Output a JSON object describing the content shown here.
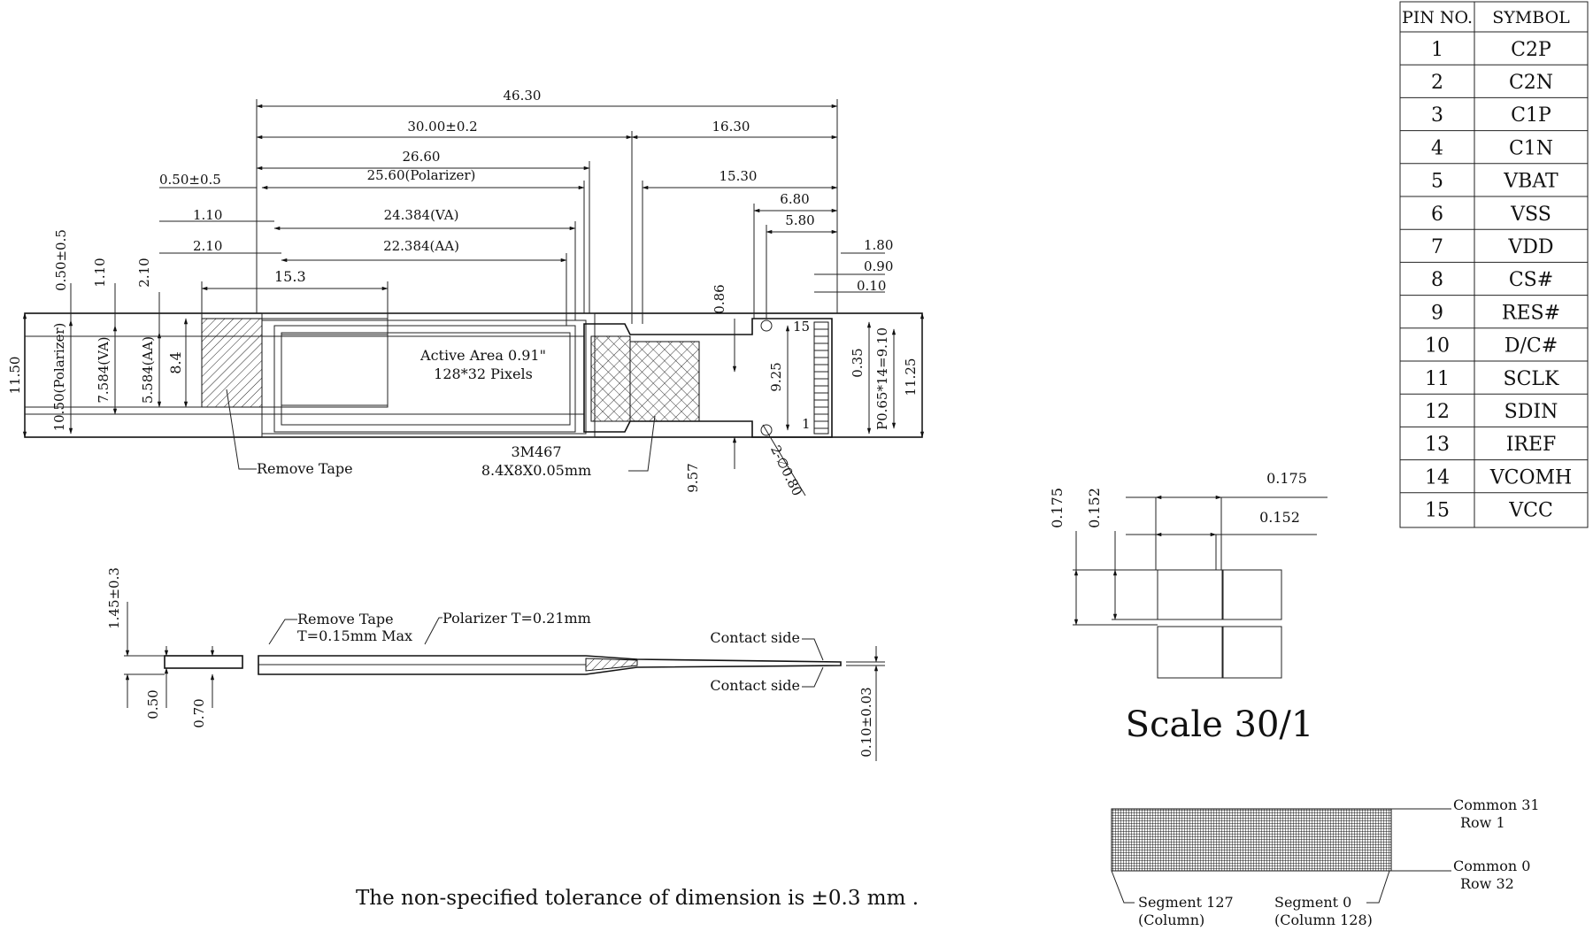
{
  "top_view": {
    "dims_top": {
      "overall": "46.30",
      "glass": "30.00±0.2",
      "fpc": "16.30",
      "width1": "26.60",
      "polarizer": "25.60(Polarizer)",
      "fpc_from_glass": "15.30",
      "offset_050": "0.50±0.5",
      "va": "24.384(VA)",
      "offset_110": "1.10",
      "aa": "22.384(AA)",
      "offset_210": "2.10",
      "tape_w": "15.3",
      "d680": "6.80",
      "d580": "5.80",
      "d180": "1.80",
      "d090": "0.90",
      "d010": "0.10"
    },
    "dims_left": {
      "v_050": "0.50±0.5",
      "v_110": "1.10",
      "v_210": "2.10",
      "h_total": "11.50",
      "h_polarizer": "10.50(Polarizer)",
      "h_va": "7.584(VA)",
      "h_aa": "5.584(AA)",
      "h_tape": "8.4"
    },
    "dims_right": {
      "d086": "0.86",
      "d925": "9.25",
      "d035": "0.35",
      "pitch": "P0.65*14=9.10",
      "d1125": "11.25",
      "d957": "9.57",
      "holes": "2-∅0.80",
      "pin15": "15",
      "pin1": "1"
    },
    "labels": {
      "active_area": "Active Area 0.91\"",
      "pixels": "128*32 Pixels",
      "remove_tape": "Remove Tape",
      "tape_name": "3M467",
      "tape_size": "8.4X8X0.05mm"
    }
  },
  "side_view": {
    "d145": "1.45±0.3",
    "remove_tape": "Remove Tape",
    "tape_t": "T=0.15mm Max",
    "polarizer_t": "Polarizer T=0.21mm",
    "contact_top": "Contact side",
    "contact_bottom": "Contact side",
    "d050": "0.50",
    "d070": "0.70",
    "d010": "0.10±0.03"
  },
  "pixel_detail": {
    "h175": "0.175",
    "h152": "0.152",
    "v175": "0.175",
    "v152": "0.152",
    "scale": "Scale  30/1"
  },
  "matrix": {
    "common31": "Common 31",
    "row1": "Row 1",
    "common0": "Common 0",
    "row32": "Row 32",
    "seg127": "Segment 127",
    "col127": "(Column)",
    "seg0": "Segment 0",
    "col128": "(Column 128)"
  },
  "pin_table": {
    "headers": [
      "PIN NO.",
      "SYMBOL"
    ],
    "rows": [
      [
        "1",
        "C2P"
      ],
      [
        "2",
        "C2N"
      ],
      [
        "3",
        "C1P"
      ],
      [
        "4",
        "C1N"
      ],
      [
        "5",
        "VBAT"
      ],
      [
        "6",
        "VSS"
      ],
      [
        "7",
        "VDD"
      ],
      [
        "8",
        "CS#"
      ],
      [
        "9",
        "RES#"
      ],
      [
        "10",
        "D/C#"
      ],
      [
        "11",
        "SCLK"
      ],
      [
        "12",
        "SDIN"
      ],
      [
        "13",
        "IREF"
      ],
      [
        "14",
        "VCOMH"
      ],
      [
        "15",
        "VCC"
      ]
    ]
  },
  "note": "The non-specified tolerance of dimension is ±0.3 mm ."
}
